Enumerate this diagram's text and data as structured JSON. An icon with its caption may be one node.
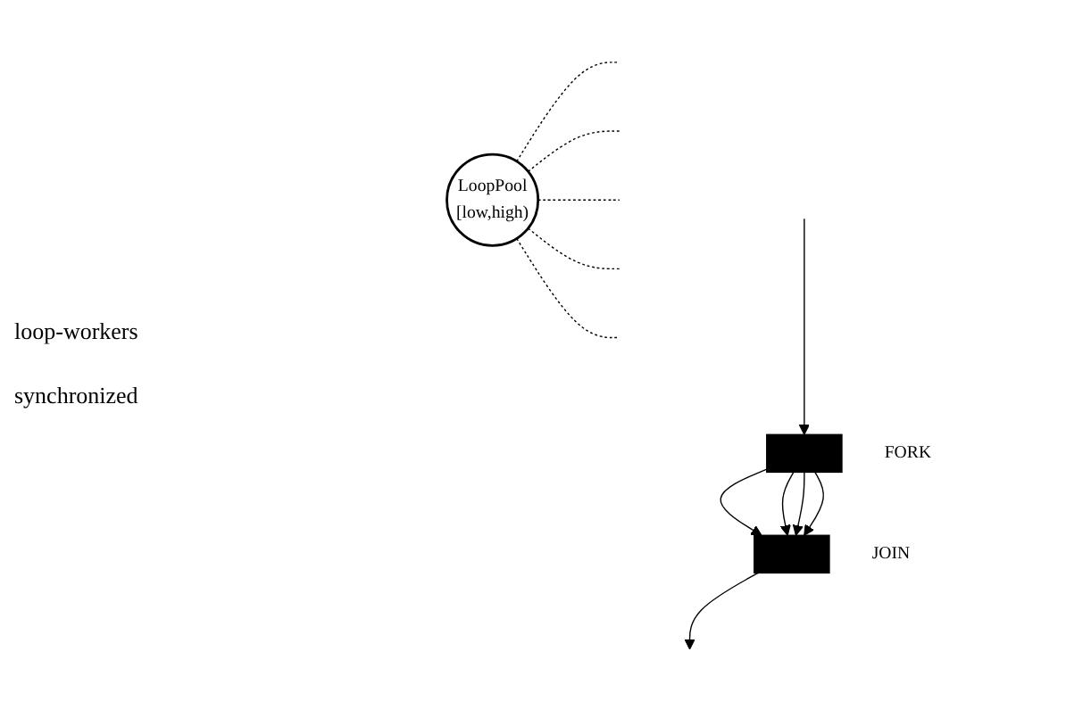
{
  "diagram": {
    "nodes": [
      {
        "text": [
          "LoopPool",
          "[low,high)"
        ]
      },
      {
        "text": [],
        "shape": "bar",
        "beside": [
          "FORK"
        ]
      },
      {
        "text": [],
        "shape": "bar",
        "beside": [
          "JOIN"
        ]
      }
    ],
    "edges": [
      {
        "from": 0,
        "to": null,
        "arrow": "none",
        "style": "dashed"
      },
      {
        "from": 0,
        "to": null,
        "arrow": "none",
        "style": "dashed"
      },
      {
        "from": 0,
        "to": null,
        "arrow": "none",
        "style": "dashed"
      },
      {
        "from": 0,
        "to": null,
        "arrow": "none",
        "style": "dashed"
      },
      {
        "from": 0,
        "to": null,
        "arrow": "none",
        "style": "dashed"
      },
      {
        "from": null,
        "to": 1,
        "arrow": "to"
      },
      {
        "from": 1,
        "to": 2,
        "arrow": "to"
      },
      {
        "from": 1,
        "to": 2,
        "arrow": "to"
      },
      {
        "from": 1,
        "to": 2,
        "arrow": "to"
      },
      {
        "from": 1,
        "to": 2,
        "arrow": "to"
      },
      {
        "from": 2,
        "to": null,
        "arrow": "to"
      }
    ],
    "labels": [
      "loop-workers",
      "synchronized"
    ]
  }
}
